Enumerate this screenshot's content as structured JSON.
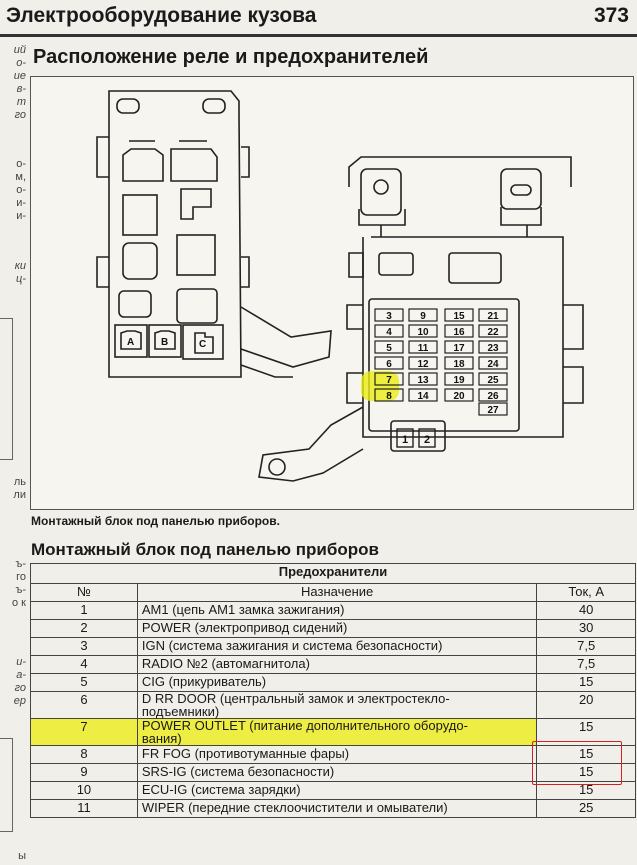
{
  "header": {
    "title": "Электрооборудование кузова",
    "page_number": "373"
  },
  "margin": {
    "italic_a": "ий\nо-\nие\nв-\nт\nго",
    "plain_b": "о-\nм,\nо-\nи-\nи-",
    "italic_c": "ки\nц-",
    "plain_d": "ль\nли",
    "plain_e": "ъ-\nго\nъ-\nо к",
    "italic_f": "и-\nа-\nго\nер",
    "glyph_g": "ы"
  },
  "section_title": "Расположение реле и предохранителей",
  "figure": {
    "caption": "Монтажный блок под панелью приборов.",
    "relay_labels": [
      "A",
      "B",
      "C"
    ],
    "fuse_columns": [
      [
        "3",
        "4",
        "5",
        "6",
        "7",
        "8"
      ],
      [
        "9",
        "10",
        "11",
        "12",
        "13",
        "14"
      ],
      [
        "15",
        "16",
        "17",
        "18",
        "19",
        "20"
      ],
      [
        "21",
        "22",
        "23",
        "24",
        "25",
        "26",
        "27"
      ]
    ],
    "bottom_relays": [
      "1",
      "2"
    ],
    "highlight_fuse": "7"
  },
  "table": {
    "title": "Монтажный блок под панелью приборов",
    "caption": "Предохранители",
    "headers": {
      "num": "№",
      "desc": "Назначение",
      "amp": "Ток, А"
    },
    "rows": [
      {
        "num": "1",
        "desc": "AM1 (цепь AM1 замка зажигания)",
        "amp": "40"
      },
      {
        "num": "2",
        "desc": "POWER (электропривод сидений)",
        "amp": "30"
      },
      {
        "num": "3",
        "desc": "IGN (система зажигания и система безопасности)",
        "amp": "7,5"
      },
      {
        "num": "4",
        "desc": "RADIO №2 (автомагнитола)",
        "amp": "7,5"
      },
      {
        "num": "5",
        "desc": "CIG (прикуриватель)",
        "amp": "15"
      },
      {
        "num": "6",
        "desc": "D RR DOOR (центральный замок и электростекло-\nподъемники)",
        "amp": "20"
      },
      {
        "num": "7",
        "desc": "POWER OUTLET (питание дополнительного оборудо-\nвания)",
        "amp": "15"
      },
      {
        "num": "8",
        "desc": "FR FOG (противотуманные фары)",
        "amp": "15"
      },
      {
        "num": "9",
        "desc": "SRS-IG (система безопасности)",
        "amp": "15"
      },
      {
        "num": "10",
        "desc": "ECU-IG (система зарядки)",
        "amp": "15"
      },
      {
        "num": "11",
        "desc": "WIPER (передние стеклоочистители и омыватели)",
        "amp": "25"
      }
    ]
  },
  "colors": {
    "highlight": "#ecec14",
    "annotation": "#d62020",
    "rule": "#333333"
  }
}
